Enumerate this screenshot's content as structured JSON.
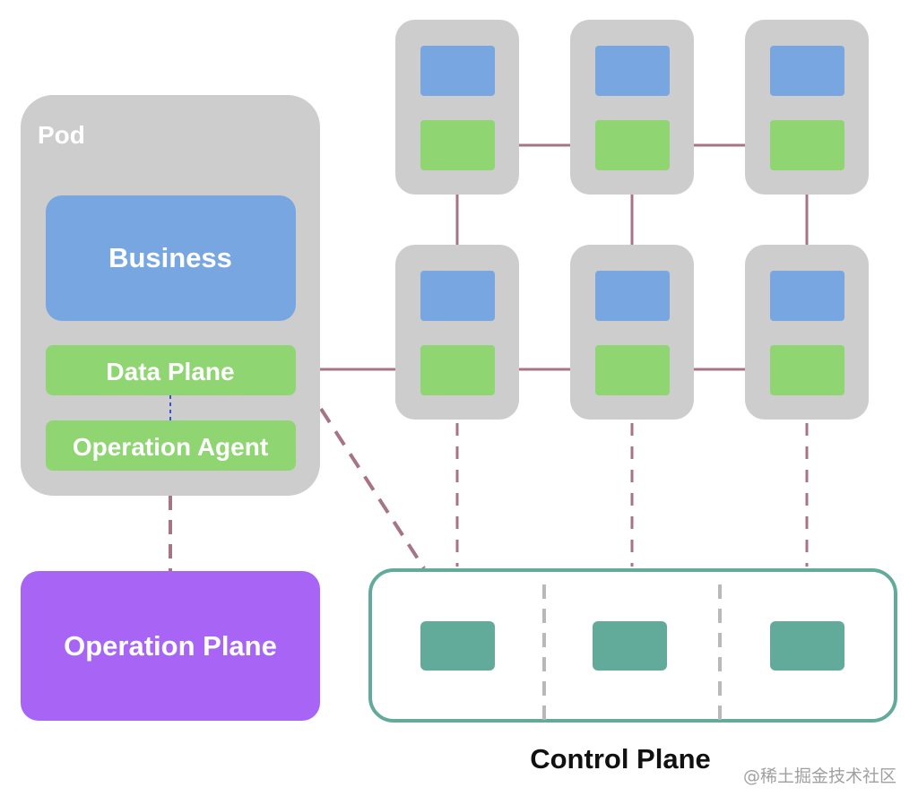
{
  "pod": {
    "title": "Pod",
    "business_label": "Business",
    "data_plane_label": "Data Plane",
    "operation_agent_label": "Operation Agent"
  },
  "operation_plane": {
    "label": "Operation Plane"
  },
  "control_plane": {
    "label": "Control Plane",
    "component_count": 3
  },
  "mesh": {
    "rows": 2,
    "cols": 3
  },
  "watermark": "@稀土掘金技术社区",
  "colors": {
    "pod_gray": "#cdcdcd",
    "business_blue": "#78a6e0",
    "data_green": "#8fd673",
    "operation_purple": "#a865f5",
    "control_teal": "#62ab9a",
    "control_border": "#62ab9a",
    "link_mauve": "#a77487",
    "divider_gray": "#b9b9b9"
  }
}
